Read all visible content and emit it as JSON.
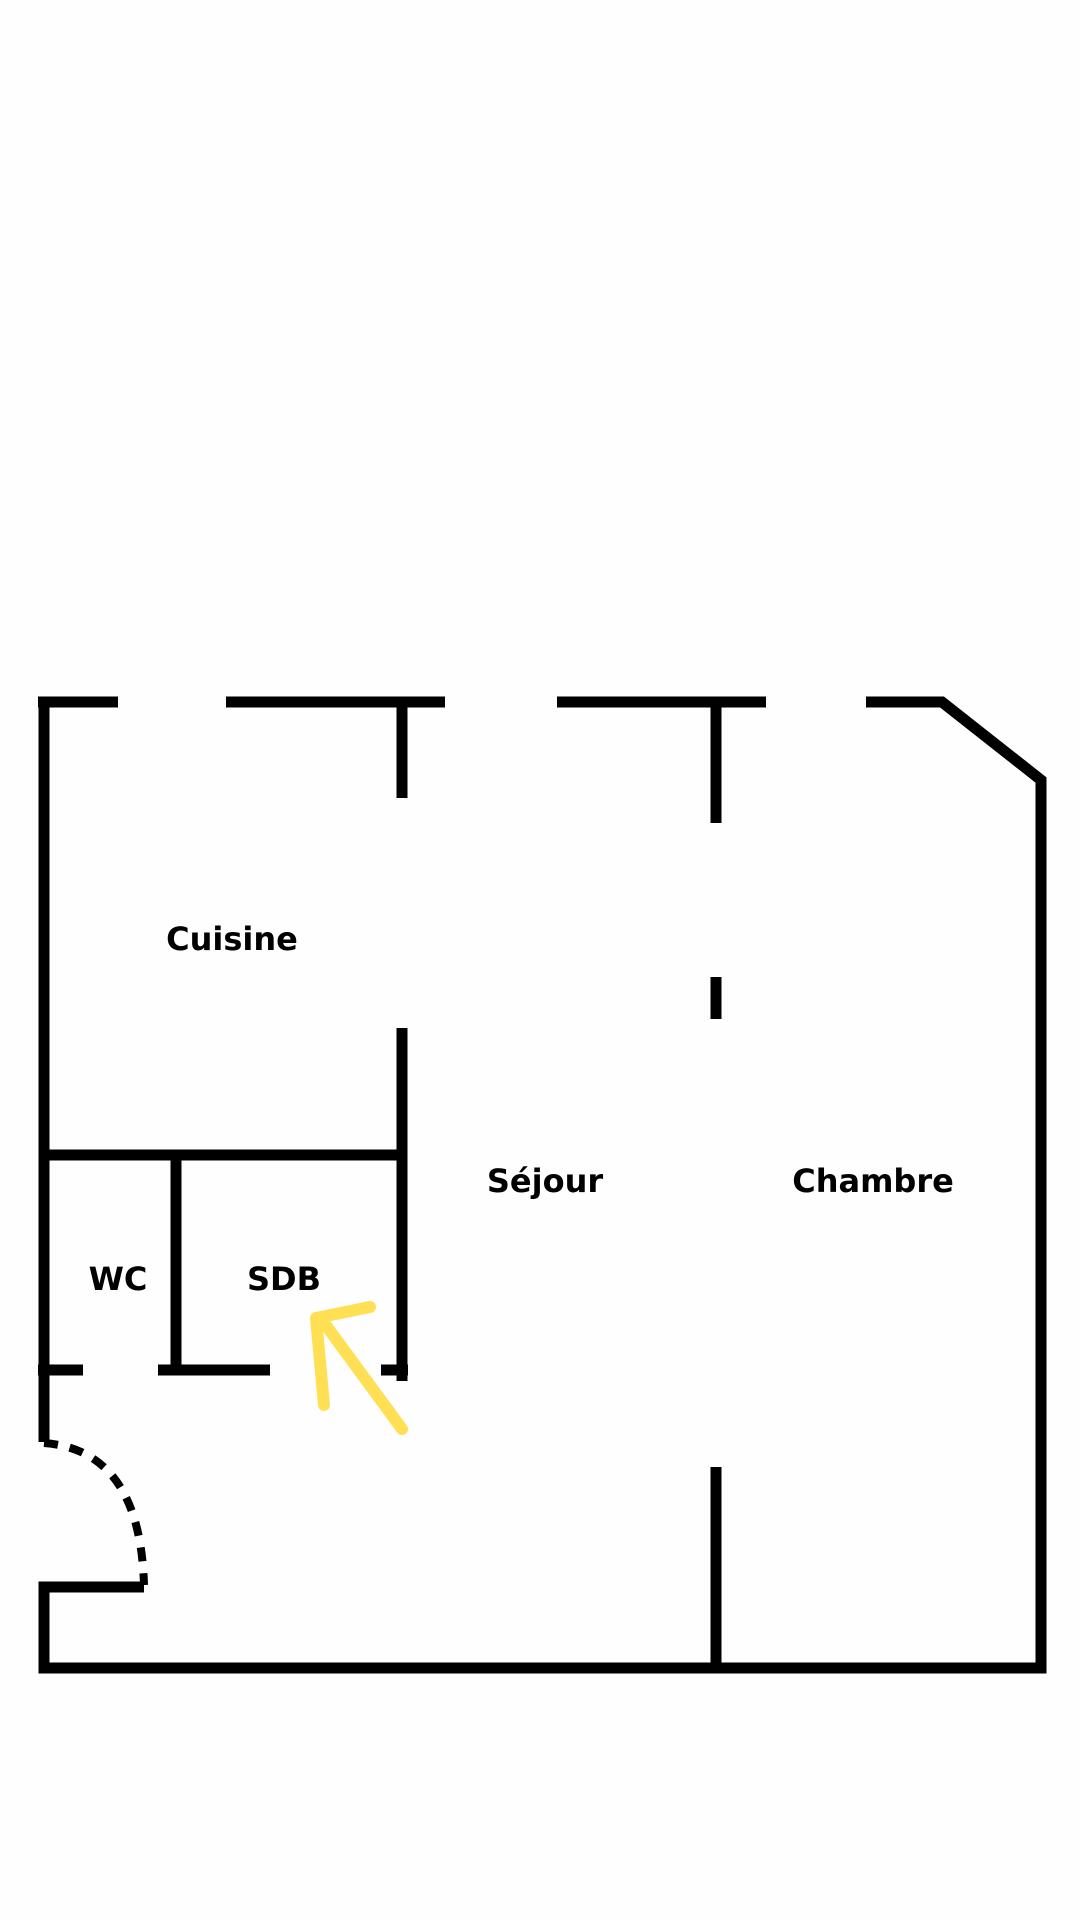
{
  "floorplan": {
    "rooms": {
      "kitchen": "Cuisine",
      "living": "Séjour",
      "bedroom": "Chambre",
      "toilet": "WC",
      "bathroom": "SDB"
    },
    "colors": {
      "wall": "#000000",
      "arrow": "#FFE055",
      "background": "#FEFEFE"
    }
  }
}
